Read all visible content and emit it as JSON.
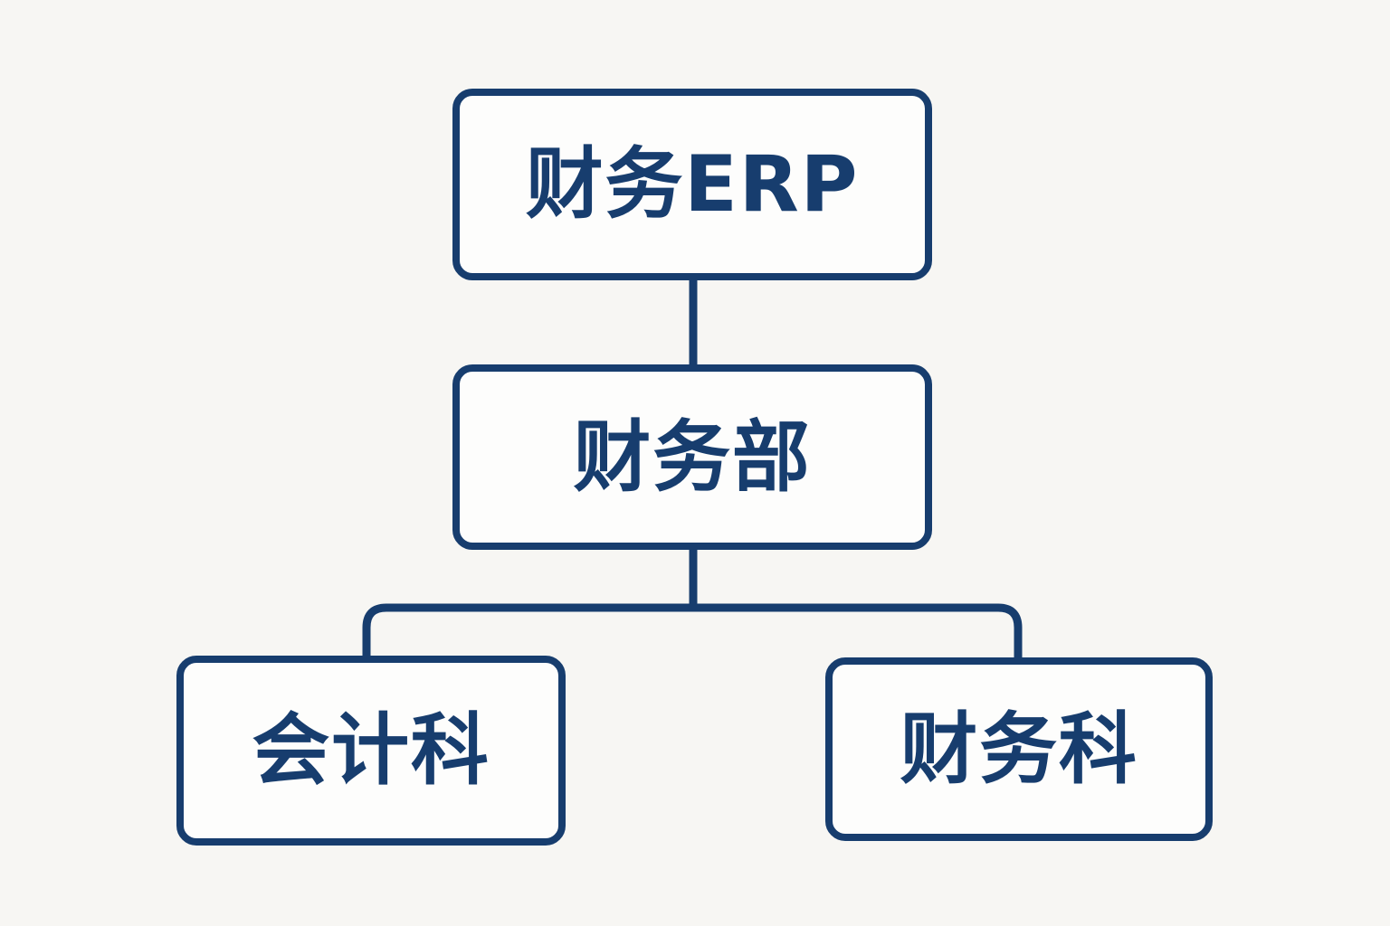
{
  "diagram": {
    "type": "organization-chart",
    "orientation": "top-down",
    "background_color": "#f7f6f3",
    "node_fill_color": "#fdfdfc",
    "line_color": "#173d6e",
    "text_color": "#173d6e",
    "levels": 3,
    "nodes": [
      {
        "id": "root",
        "label": "财务ERP",
        "level": 1,
        "parent": null
      },
      {
        "id": "department",
        "label": "财务部",
        "level": 2,
        "parent": "root"
      },
      {
        "id": "section-accounting",
        "label": "会计科",
        "level": 3,
        "parent": "department"
      },
      {
        "id": "section-finance",
        "label": "财务科",
        "level": 3,
        "parent": "department"
      }
    ],
    "edges": [
      {
        "from": "root",
        "to": "department",
        "style": "straight-vertical"
      },
      {
        "from": "department",
        "to": "section-accounting",
        "style": "orthogonal-elbow"
      },
      {
        "from": "department",
        "to": "section-finance",
        "style": "orthogonal-elbow"
      }
    ]
  }
}
